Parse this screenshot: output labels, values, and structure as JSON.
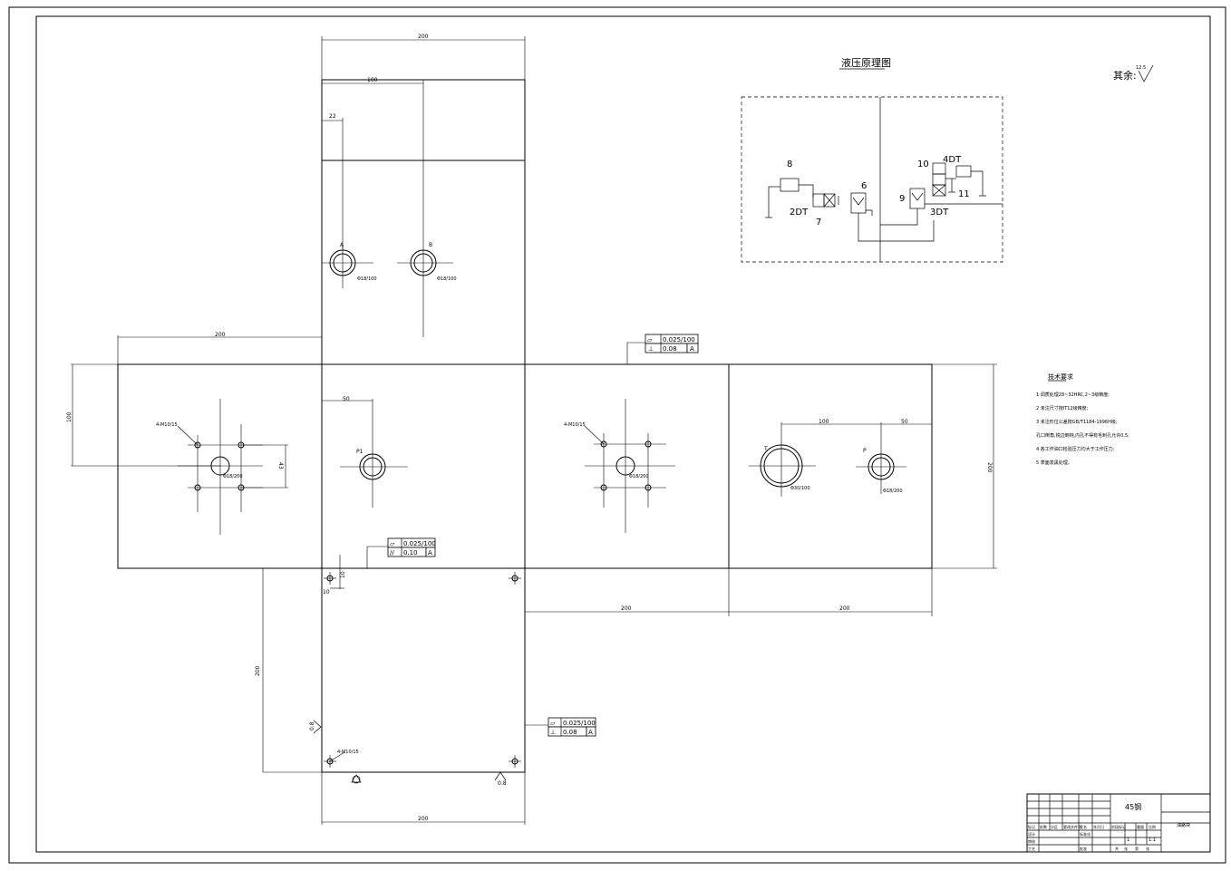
{
  "schematic": {
    "title": "液压原理图",
    "labels": {
      "n8": "8",
      "n6": "6",
      "n7": "7",
      "n2dt": "2DT",
      "n10": "10",
      "n4dt": "4DT",
      "n9": "9",
      "n11": "11",
      "n3dt": "3DT"
    }
  },
  "roughness_note": {
    "label": "其余:",
    "value": "12.5"
  },
  "dims": {
    "top_width": "200",
    "top_100": "100",
    "top_22": "22",
    "left_200": "200",
    "left_100": "100",
    "left_43": "43",
    "mid_50": "50",
    "right_100": "100",
    "right_50": "50",
    "right_height": "200",
    "lower_10a": "10",
    "lower_10b": "10",
    "bottom_mid": "200",
    "bottom_right": "200",
    "lower_height": "200",
    "bottom_width": "200"
  },
  "ports": {
    "a": "A",
    "b": "B",
    "p1": "P1",
    "t": "T",
    "p": "P"
  },
  "hole_notes": {
    "top_a": "Φ18/100",
    "top_b": "Φ18/100",
    "left_bolts": "4-M10/15",
    "left_center": "Φ18/200",
    "center_bolts": "4-M10/15",
    "center_center": "Φ18/200",
    "t_port": "Φ30/100",
    "p_port": "Φ18/200",
    "bottom_bolts": "4-M10/15"
  },
  "tolerance_frames": [
    {
      "sym": "▱",
      "val": "0.025/100",
      "sym2": "⊥",
      "val2": "0.08",
      "ref": "A"
    },
    {
      "sym": "▱",
      "val": "0.025/100",
      "sym2": "//",
      "val2": "0.10",
      "ref": "A"
    },
    {
      "sym": "▱",
      "val": "0.025/100",
      "sym2": "⊥",
      "val2": "0.08",
      "ref": "A"
    }
  ],
  "roughness_marks": {
    "left": "0.8",
    "bottom": "0.8"
  },
  "tech_req": {
    "title": "技术要求",
    "items": [
      "1 调质处理28~32HRC,2~3级精度;",
      "2 未注尺寸按IT12级精度;",
      "3 未注形位公差按GB/T1184-1996H级;",
      "孔口倒角,锐边倒钝,内孔不得有毛刺孔允许0.5;",
      "4 各工作油口检验压力均大于工作压力;",
      "5 表面发黑处理。"
    ]
  },
  "title_block": {
    "material": "45钢",
    "part_name": "油路块",
    "scale": "1:1",
    "qty": "1",
    "row_labels": [
      "标记",
      "处数",
      "分区",
      "更改文件号",
      "签名",
      "年月日"
    ],
    "row2": [
      "设计",
      "",
      "标准化",
      "",
      "阶段标记",
      "重量",
      "比例"
    ],
    "row3": [
      "审核"
    ],
    "row4": [
      "工艺",
      "",
      "批准"
    ],
    "sheet": [
      "共",
      "张",
      "第",
      "张"
    ]
  }
}
